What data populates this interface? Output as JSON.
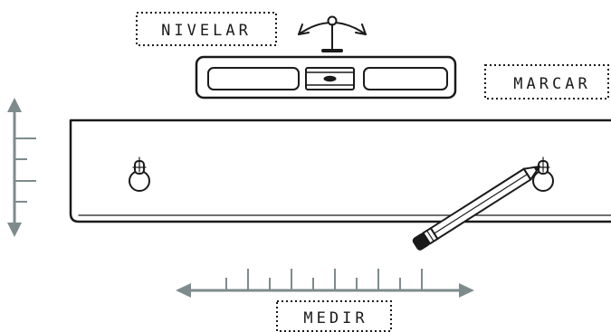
{
  "labels": {
    "level": "NIVELAR",
    "mark": "MARCAR",
    "measure": "MEDIR"
  },
  "colors": {
    "ink": "#1a1a1a",
    "ruler": "#7e8b8c",
    "background": "#ffffff"
  },
  "icons": [
    "spirit-level-icon",
    "pencil-icon",
    "ruler-arrow-icon",
    "keyhole-slot-icon",
    "swing-arrow-icon"
  ]
}
